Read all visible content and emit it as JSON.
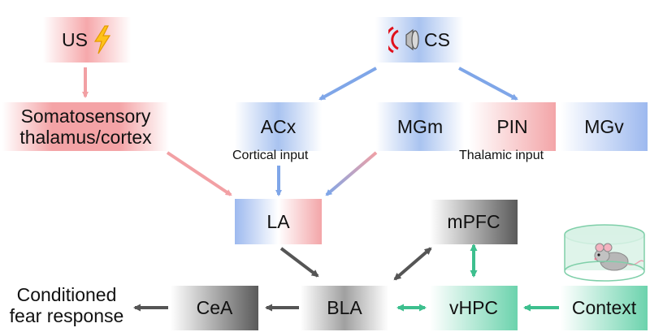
{
  "nodes": {
    "us": "US",
    "cs": "CS",
    "somatosensory_line1": "Somatosensory",
    "somatosensory_line2": "thalamus/cortex",
    "acx": "ACx",
    "mgm": "MGm",
    "pin": "PIN",
    "mgv": "MGv",
    "la": "LA",
    "mpfc": "mPFC",
    "cea": "CeA",
    "bla": "BLA",
    "vhpc": "vHPC",
    "context": "Context"
  },
  "captions": {
    "cortical": "Cortical input",
    "thalamic": "Thalamic input"
  },
  "output": {
    "line1": "Conditioned",
    "line2": "fear response"
  },
  "colors": {
    "red_arrow": "#f2a0a4",
    "blue_arrow": "#7fa6e8",
    "gray_arrow": "#555555",
    "green_arrow": "#3dbf8e"
  },
  "icons": {
    "us": "lightning-bolt-icon",
    "cs": "speaker-icon",
    "context": "mouse-in-arena-icon"
  }
}
